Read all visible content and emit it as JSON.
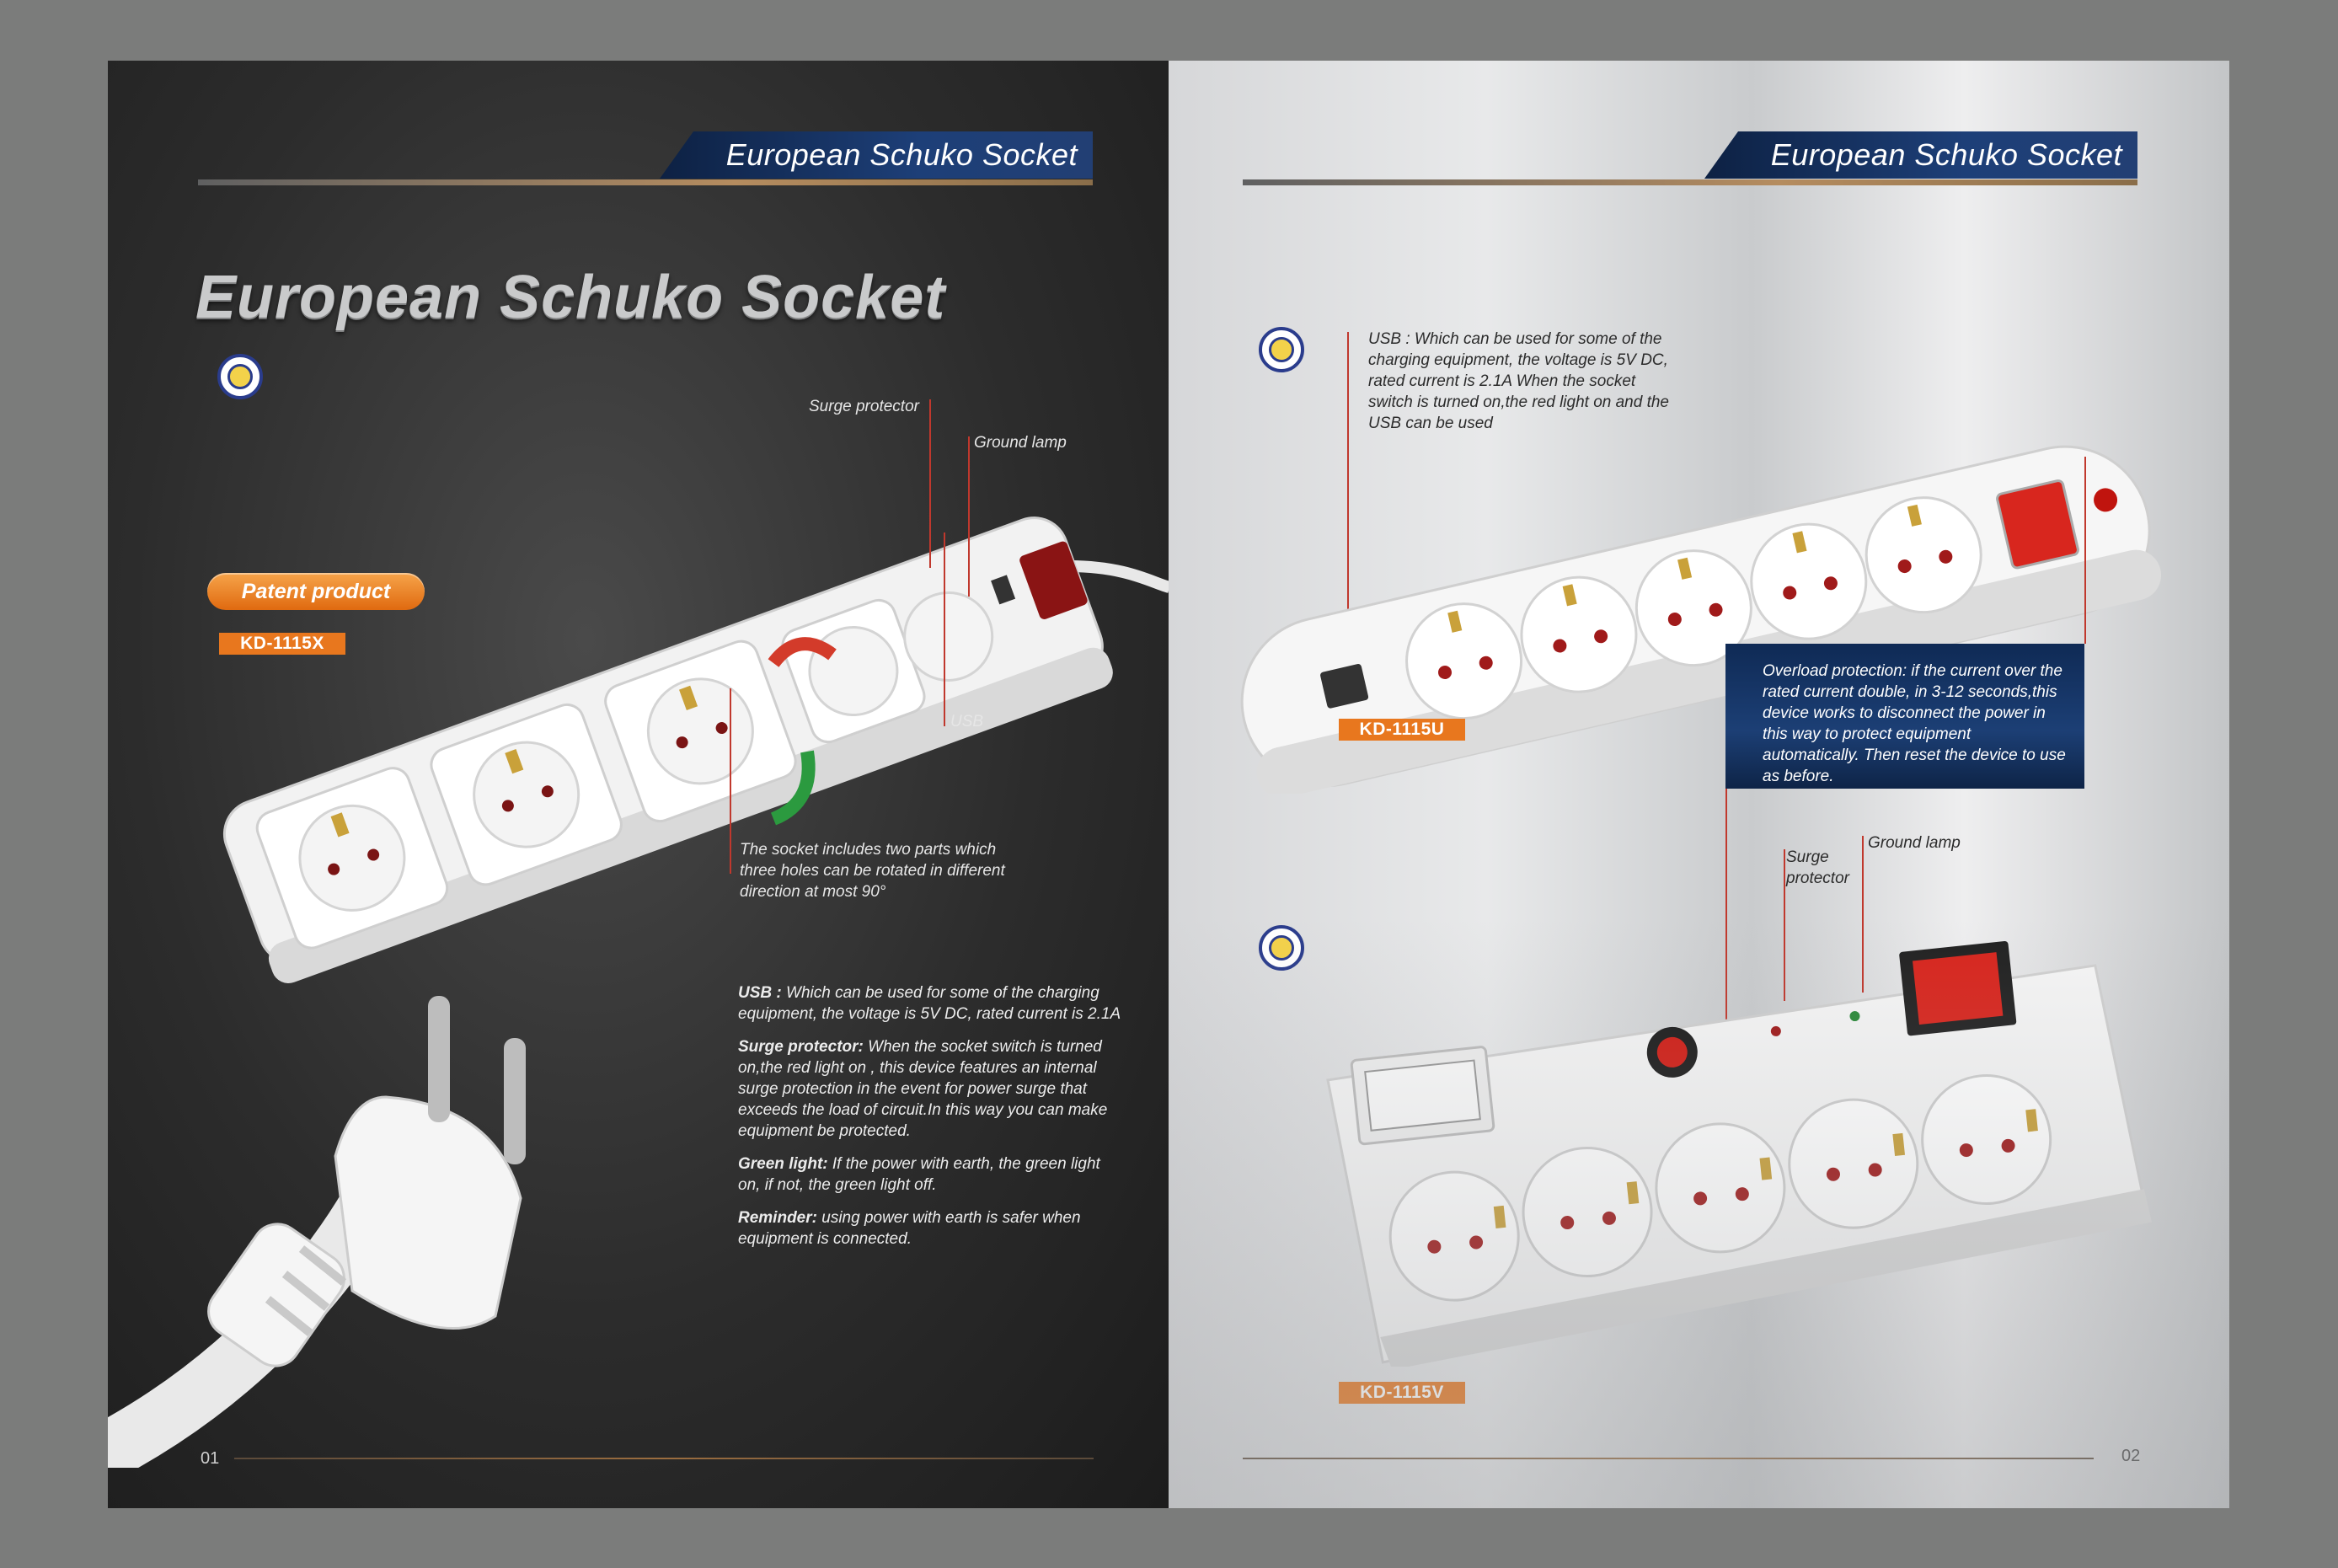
{
  "left_page": {
    "banner_title": "European Schuko Socket",
    "main_title": "European Schuko Socket",
    "patent_label": "Patent product",
    "model": "KD-1115X",
    "callouts": {
      "surge_protector": "Surge protector",
      "ground_lamp": "Ground lamp",
      "usb": "USB",
      "rotation_note": "The socket includes two parts which three holes can be rotated in different direction at most 90°"
    },
    "notes": [
      {
        "term": "USB :",
        "text": " Which can be used for some of the charging equipment, the voltage is 5V DC, rated current is 2.1A"
      },
      {
        "term": "Surge protector:",
        "text": " When the socket switch is turned on,the red light on , this device features an internal surge protection in the event for power surge that exceeds the load of circuit.In this way you can make equipment be protected."
      },
      {
        "term": "Green light:",
        "text": " If the power with earth, the green light on, if not, the green light off."
      },
      {
        "term": "Reminder:",
        "text": " using power with earth is safer when equipment is connected."
      }
    ],
    "page_number": "01"
  },
  "right_page": {
    "banner_title": "European Schuko Socket",
    "usb_note": "USB : Which can be used for some of the charging equipment, the voltage is 5V DC, rated current is 2.1A When the socket switch is turned on,the red light on and the USB can be used",
    "model_top": "KD-1115U",
    "overload_note": "Overload protection: if the current over the rated current double, in 3-12 seconds,this device works to disconnect the power in this way to protect equipment automatically. Then reset the device to use as before.",
    "callouts": {
      "surge_protector": "Surge protector",
      "ground_lamp": "Ground lamp"
    },
    "model_bottom": "KD-1115V",
    "page_number": "02"
  },
  "colors": {
    "banner_blue": "#1d3f78",
    "accent_orange": "#e8771e",
    "callout_red": "#c0382d"
  }
}
